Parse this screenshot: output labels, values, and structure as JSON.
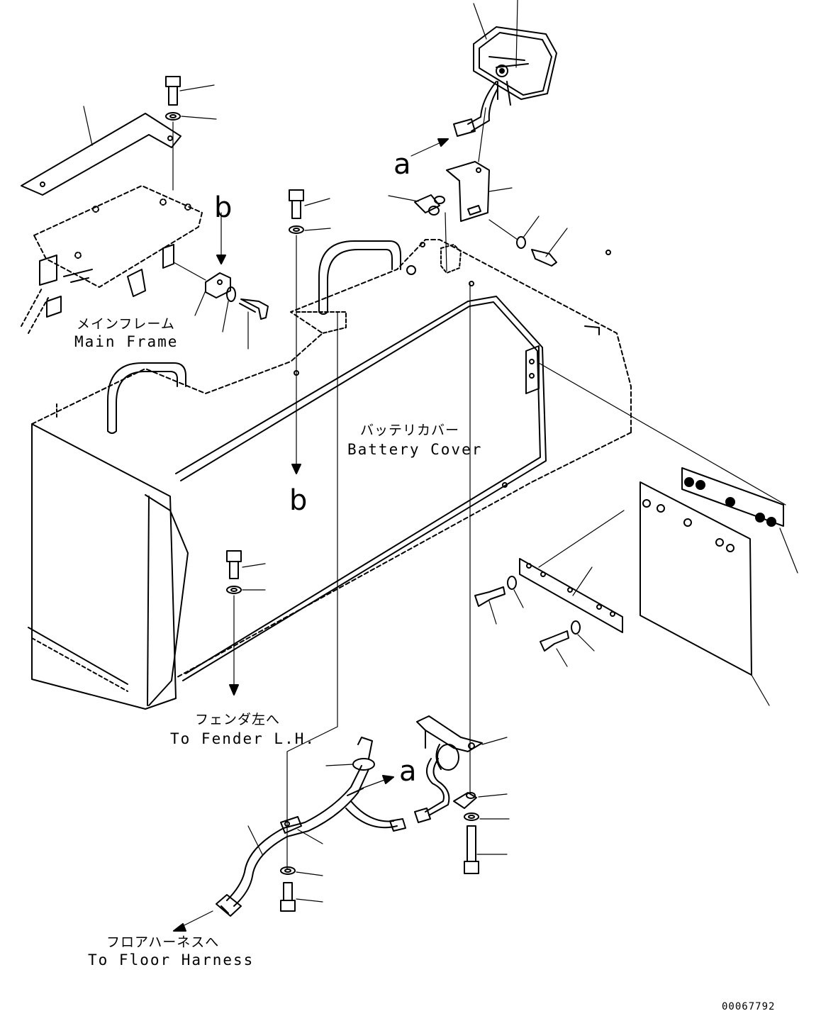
{
  "labels": {
    "main_frame_jp": "メインフレーム",
    "main_frame_en": "Main Frame",
    "battery_cover_jp": "バッテリカバー",
    "battery_cover_en": "Battery Cover",
    "fender_jp": "フェンダ左へ",
    "fender_en": "To Fender L.H.",
    "floor_harness_jp": "フロアハーネスへ",
    "floor_harness_en": "To Floor Harness"
  },
  "markers": {
    "a_top": "a",
    "a_bottom": "a",
    "b_top": "b",
    "b_bottom": "b"
  },
  "document_number": "00067792"
}
